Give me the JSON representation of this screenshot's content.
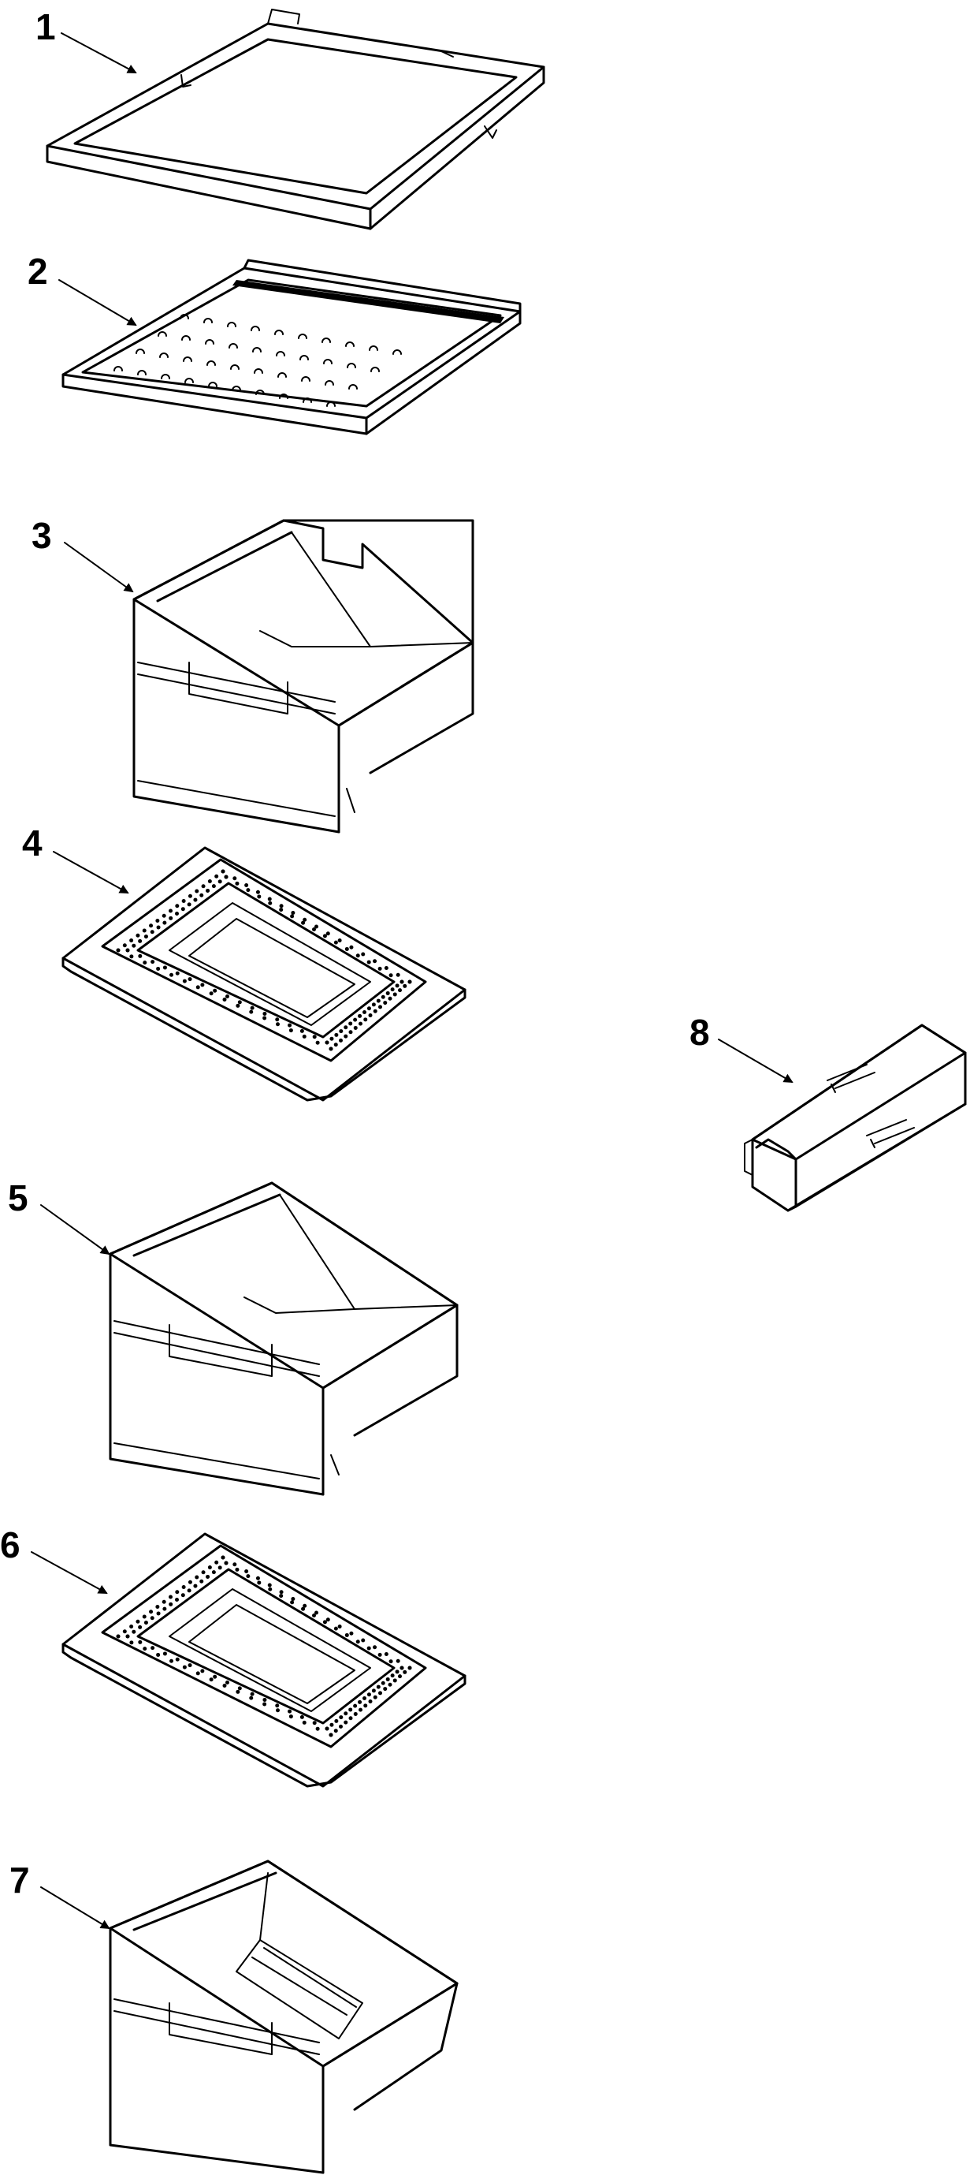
{
  "diagram": {
    "parts": [
      {
        "number": "1"
      },
      {
        "number": "2"
      },
      {
        "number": "3"
      },
      {
        "number": "4"
      },
      {
        "number": "5"
      },
      {
        "number": "6"
      },
      {
        "number": "7"
      },
      {
        "number": "8"
      }
    ]
  }
}
